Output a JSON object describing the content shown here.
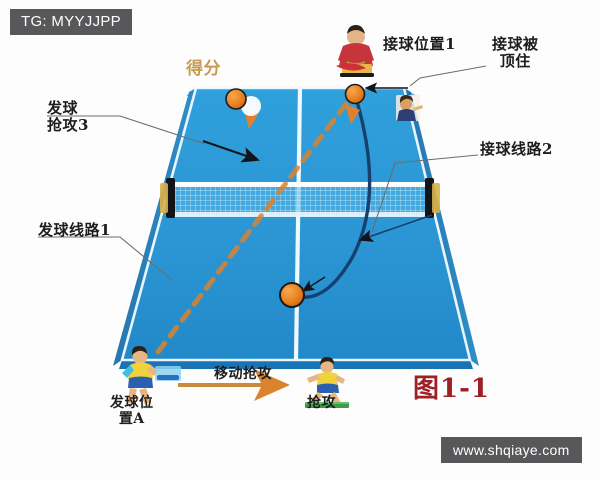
{
  "overlays": {
    "top_tag": "TG: MYYJJPP",
    "bottom_watermark": "www.shqiaye.com"
  },
  "figure": {
    "caption": "图1-1",
    "caption_color": "#9e1f24",
    "table_color": "#2e9ad6",
    "table_color_dark": "#1a74b4",
    "serve_path_color": "#e07b2a",
    "return_path_color": "#17406e"
  },
  "labels": {
    "score": "得分",
    "serve_attack_3": "发球\n抢攻3",
    "serve_line_1": "发球线路1",
    "receive_position_1": "接球位置1",
    "receive_blocked": "接球被\n顶住",
    "receive_line_2": "接球线路2",
    "serve_position_a": "发球位\n置A",
    "move_attack": "移动抢攻",
    "attack": "抢攻"
  },
  "elements": {
    "ball_score": "ball-marker",
    "ball_receive": "ball-marker",
    "ball_center": "ball-marker",
    "net": "table-tennis-net",
    "player_top": "player-red",
    "player_small": "player-small",
    "player_serve": "player-serving",
    "player_attack": "player-attacking"
  }
}
